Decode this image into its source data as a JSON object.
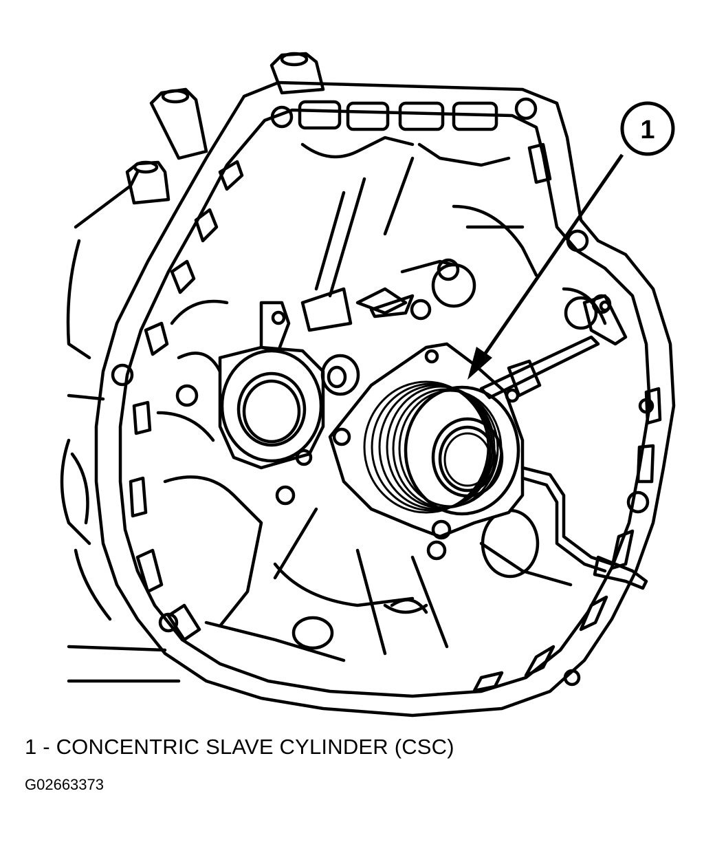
{
  "callout": {
    "number": "1"
  },
  "legend": {
    "text": "1 - CONCENTRIC SLAVE CYLINDER (CSC)"
  },
  "figure_id": "G02663373"
}
